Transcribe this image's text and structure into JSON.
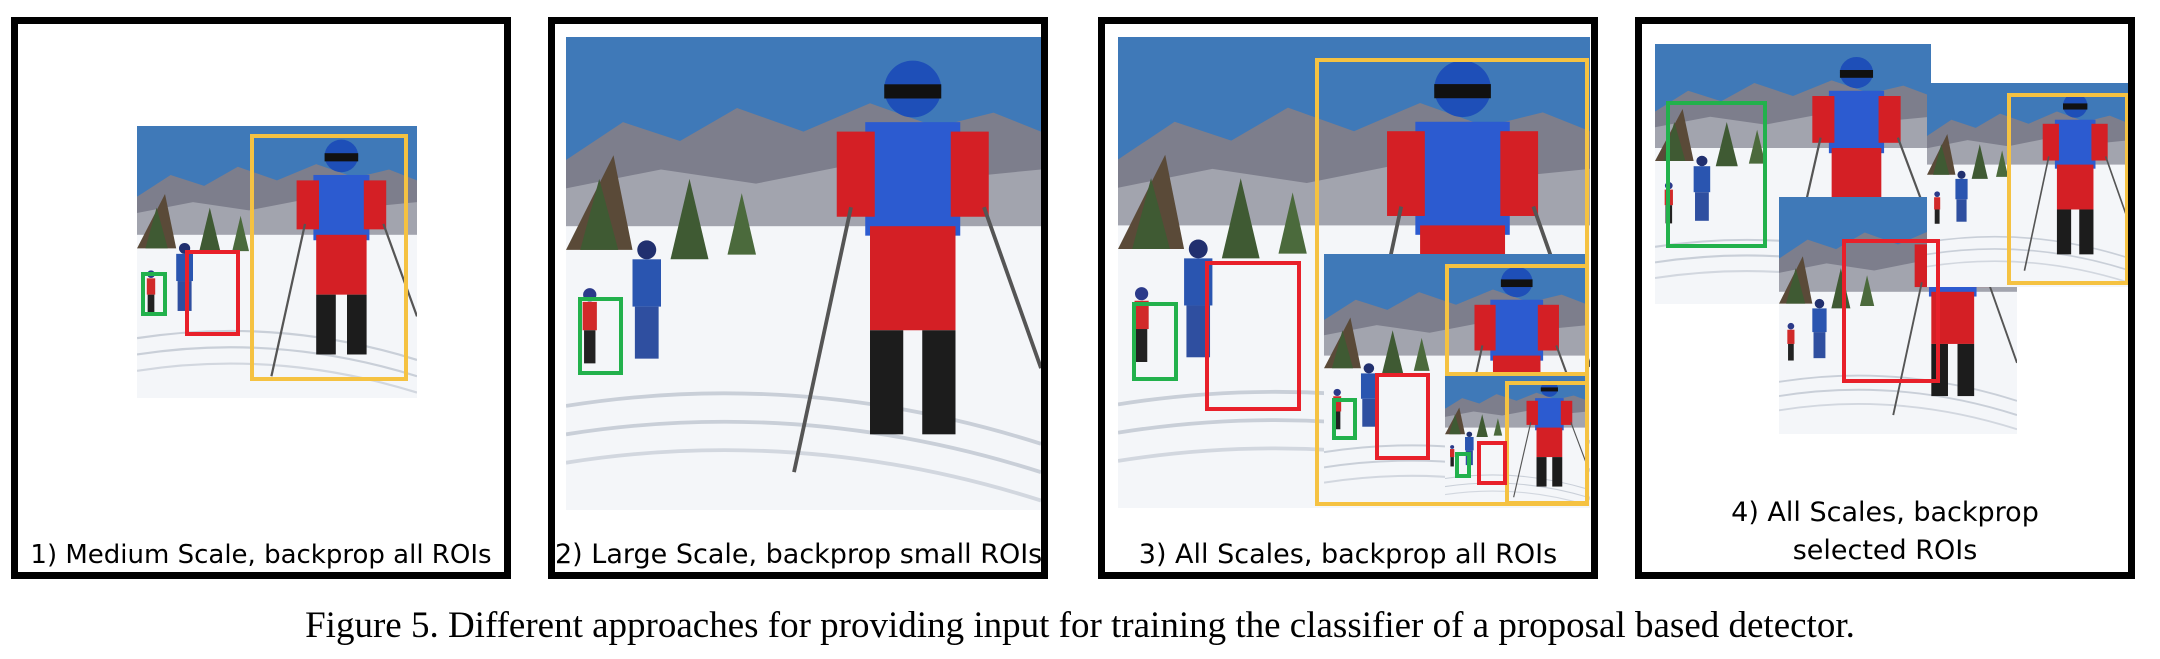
{
  "colors": {
    "roi_green": "#22b14c",
    "roi_red": "#e8202a",
    "roi_yellow": "#f5c242",
    "panel_border": "#000000"
  },
  "panels": [
    {
      "caption": "1) Medium Scale, backprop all ROIs"
    },
    {
      "caption": "2) Large Scale, backprop small ROIs"
    },
    {
      "caption": "3) All Scales, backprop all ROIs"
    },
    {
      "caption": "4) All Scales, backprop selected ROIs"
    }
  ],
  "figure_caption": "Figure 5. Different approaches for providing input for training the classifier of a proposal based detector."
}
